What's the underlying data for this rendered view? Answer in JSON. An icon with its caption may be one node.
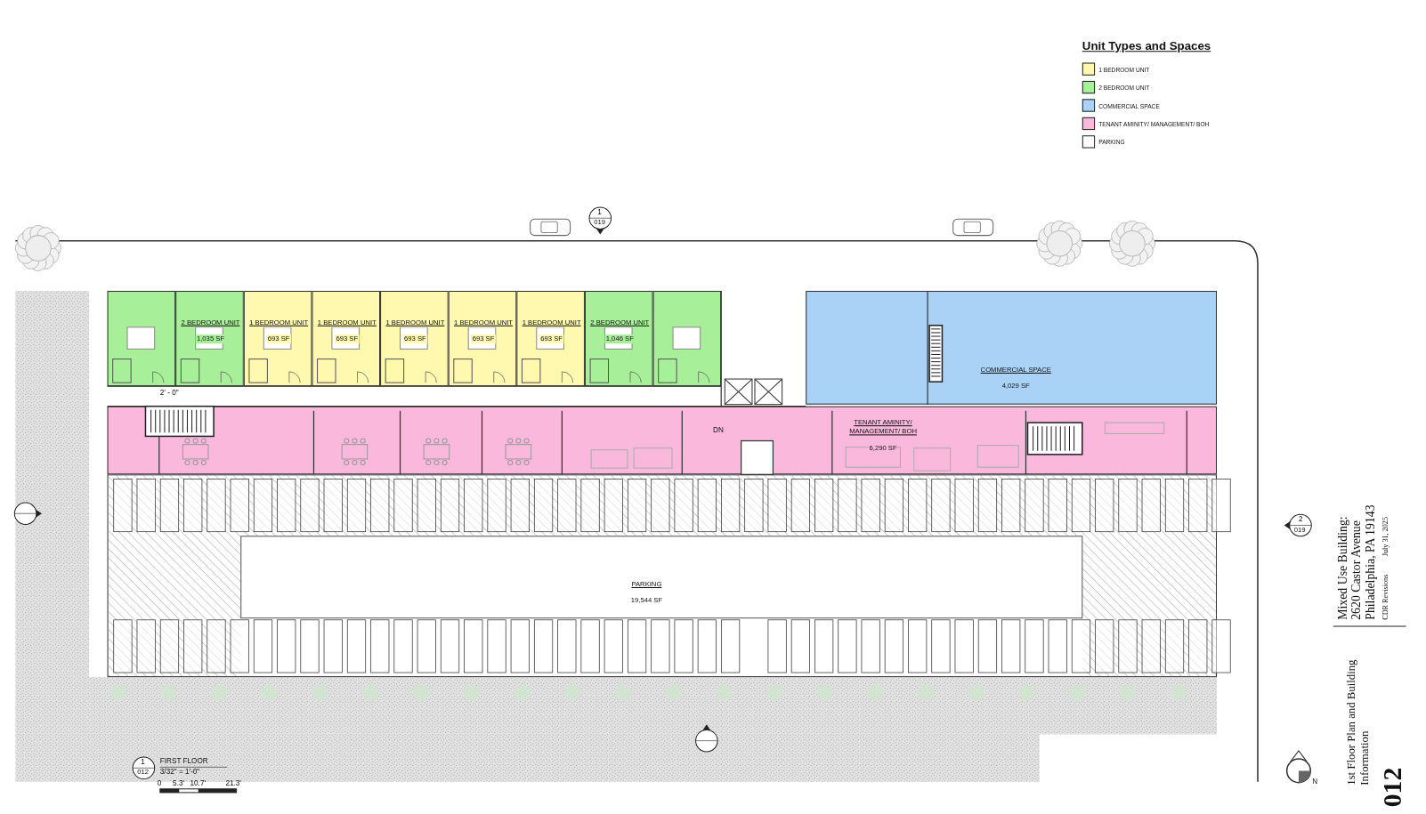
{
  "diagram": {
    "nodes": [
      {
        "text": [],
        "shape": "box"
      },
      {
        "text": [
          "2 BEDROOM UNIT",
          "1,035 SF"
        ]
      },
      {
        "text": [
          "1 BEDROOM UNIT",
          "693 SF"
        ]
      },
      {
        "text": [
          "1 BEDROOM UNIT",
          "693 SF"
        ]
      },
      {
        "text": [
          "1 BEDROOM UNIT",
          "693 SF"
        ]
      },
      {
        "text": [
          "1 BEDROOM UNIT",
          "693 SF"
        ]
      },
      {
        "text": [
          "1 BEDROOM UNIT",
          "693 SF"
        ]
      },
      {
        "text": [
          "2 BEDROOM UNIT",
          "1,046 SF"
        ]
      },
      {
        "text": [],
        "shape": "box"
      },
      {
        "text": [
          "COMMERCIAL SPACE",
          "4,029 SF"
        ]
      },
      {
        "text": [
          "TENANT AMINITY/ MANAGEMENT/ BOH",
          "6,290 SF"
        ]
      },
      {
        "text": [
          "PARKING",
          "19,544 SF"
        ]
      }
    ],
    "labels": [
      "Unit Types and Spaces",
      "1",
      "019",
      "2",
      "019",
      "DN",
      "2' - 0\"",
      "1",
      "012",
      "FIRST FLOOR",
      "3/32\" = 1'-0\"",
      "0",
      "5.3'",
      "10.7'",
      "21.3'",
      "Mixed Use Building: 2620 Castor Avenue Philadelphia, PA 19143",
      "CDR Revisions",
      "July 31, 2025",
      "1st Floor Plan and Building Information",
      "012",
      "N"
    ],
    "legend": [
      {
        "text": "1 BEDROOM UNIT",
        "color": "#fff9b0"
      },
      {
        "text": "2 BEDROOM UNIT",
        "color": "#a8ef9a"
      },
      {
        "text": "COMMERCIAL SPACE",
        "color": "#aad2f7"
      },
      {
        "text": "TENANT AMINITY/ MANAGEMENT/ BOH",
        "color": "#f9b8dc"
      },
      {
        "text": "PARKING",
        "color": "#ffffff"
      }
    ]
  }
}
